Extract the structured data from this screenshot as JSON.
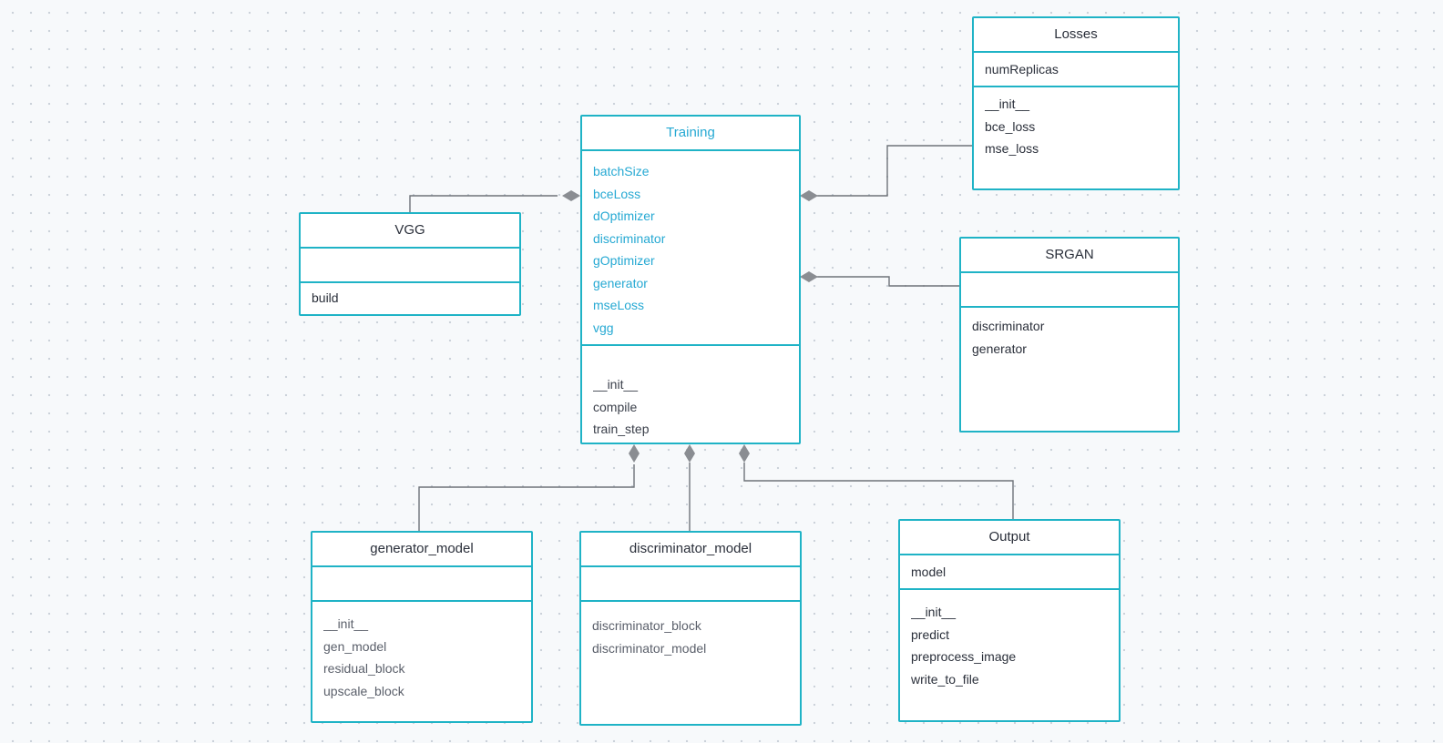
{
  "classes": {
    "training": {
      "name": "Training",
      "attributes": [
        "batchSize",
        "bceLoss",
        "dOptimizer",
        "discriminator",
        "gOptimizer",
        "generator",
        "mseLoss",
        "vgg"
      ],
      "methods": [
        "__init__",
        "compile",
        "train_step"
      ]
    },
    "vgg": {
      "name": "VGG",
      "attributes": [],
      "methods": [
        "build"
      ]
    },
    "losses": {
      "name": "Losses",
      "attributes": [
        "numReplicas"
      ],
      "methods": [
        "__init__",
        "bce_loss",
        "mse_loss"
      ]
    },
    "srgan": {
      "name": "SRGAN",
      "attributes": [],
      "methods": [
        "discriminator",
        "generator"
      ]
    },
    "generator_model": {
      "name": "generator_model",
      "attributes": [],
      "methods": [
        "__init__",
        "gen_model",
        "residual_block",
        "upscale_block"
      ]
    },
    "discriminator_model": {
      "name": "discriminator_model",
      "attributes": [],
      "methods": [
        "discriminator_block",
        "discriminator_model"
      ]
    },
    "output": {
      "name": "Output",
      "attributes": [
        "model"
      ],
      "methods": [
        "__init__",
        "predict",
        "preprocess_image",
        "write_to_file"
      ]
    }
  },
  "colors": {
    "box_border": "#1fb3c6",
    "highlight_text": "#26a9d3",
    "connector": "#6e7379",
    "diamond": "#8a8d92"
  }
}
